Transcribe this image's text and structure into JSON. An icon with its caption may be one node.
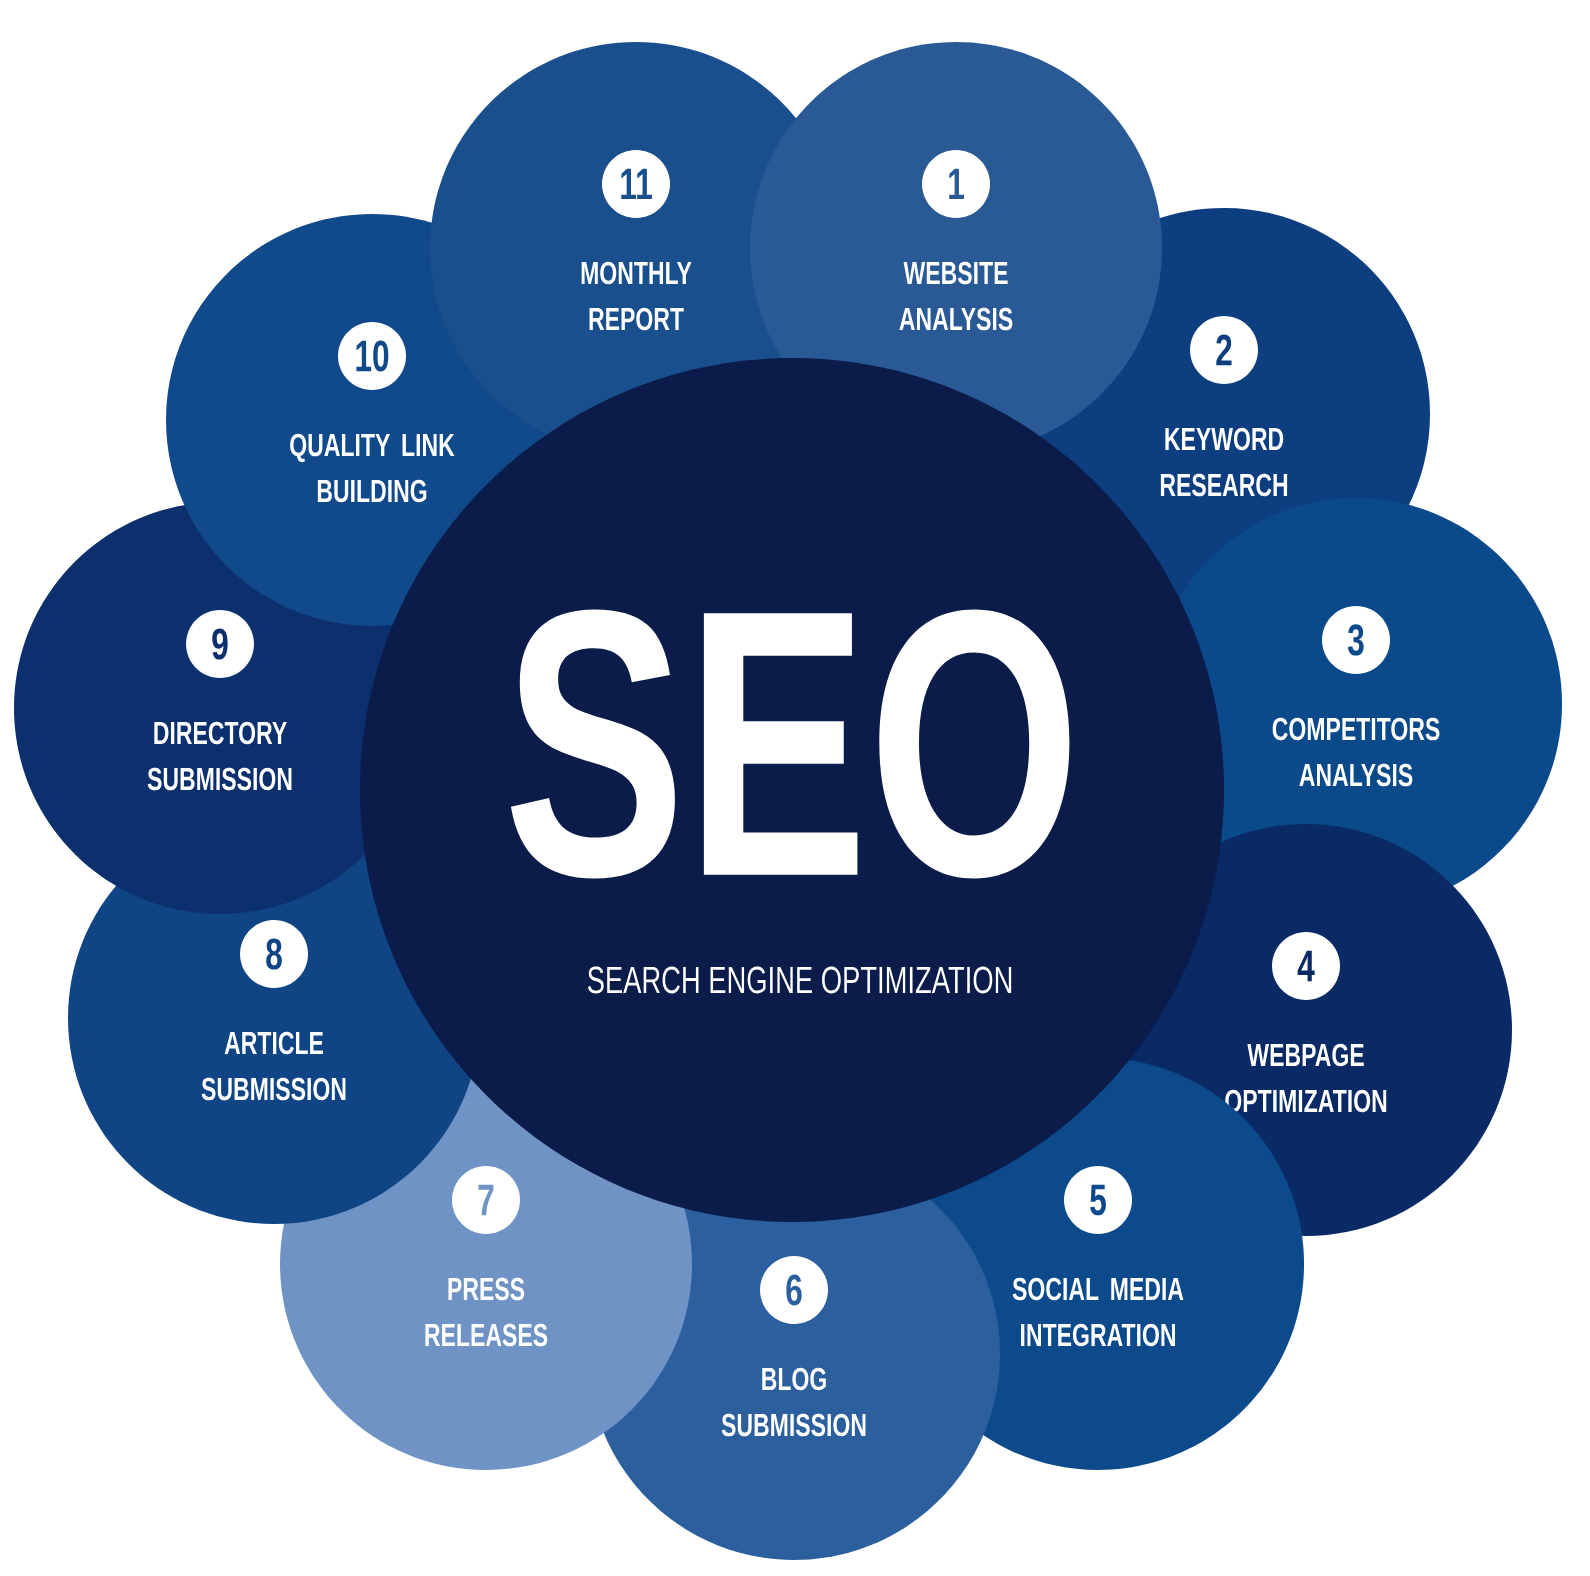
{
  "diagram": {
    "nodes": [
      {
        "text": [
          "SEO",
          "SEARCH ENGINE OPTIMIZATION"
        ]
      },
      {
        "text": [
          "1",
          "WEBSITE ANALYSIS"
        ]
      },
      {
        "text": [
          "2",
          "KEYWORD RESEARCH"
        ]
      },
      {
        "text": [
          "3",
          "COMPETITORS ANALYSIS"
        ]
      },
      {
        "text": [
          "4",
          "WEBPAGE OPTIMIZATION"
        ]
      },
      {
        "text": [
          "5",
          "SOCIAL MEDIA INTEGRATION"
        ]
      },
      {
        "text": [
          "6",
          "BLOG SUBMISSION"
        ]
      },
      {
        "text": [
          "7",
          "PRESS RELEASES"
        ]
      },
      {
        "text": [
          "8",
          "ARTICLE SUBMISSION"
        ]
      },
      {
        "text": [
          "9",
          "DIRECTORY SUBMISSION"
        ]
      },
      {
        "text": [
          "10",
          "QUALITY LINK BUILDING"
        ]
      },
      {
        "text": [
          "11",
          "MONTHLY REPORT"
        ]
      }
    ]
  }
}
